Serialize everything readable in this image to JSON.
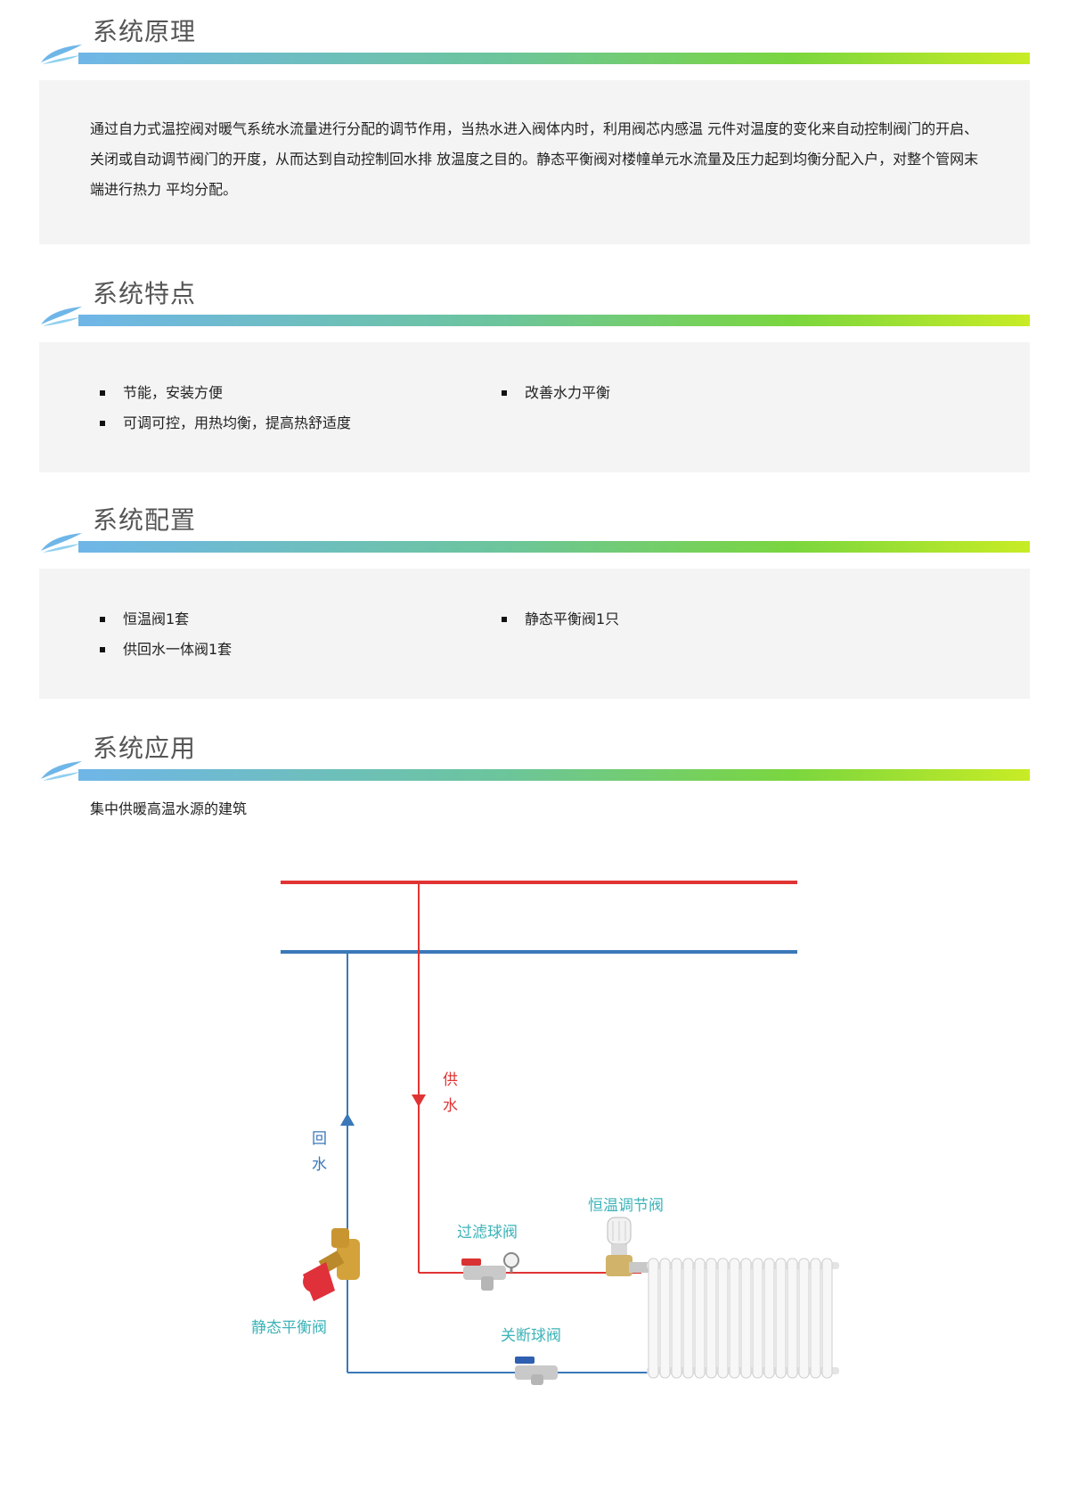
{
  "sections": {
    "principle": {
      "title": "系统原理",
      "text": "通过自力式温控阀对暖气系统水流量进行分配的调节作用，当热水进入阀体内时，利用阀芯内感温 元件对温度的变化来自动控制阀门的开启、关闭或自动调节阀门的开度，从而达到自动控制回水排 放温度之目的。静态平衡阀对楼幢单元水流量及压力起到均衡分配入户，对整个管网末端进行热力 平均分配。"
    },
    "features": {
      "title": "系统特点",
      "items": [
        "节能，安装方便",
        "可调可控，用热均衡，提高热舒适度",
        "改善水力平衡"
      ]
    },
    "config": {
      "title": "系统配置",
      "items": [
        "恒温阀1套",
        "供回水一体阀1套",
        "静态平衡阀1只"
      ]
    },
    "application": {
      "title": "系统应用",
      "text": "集中供暖高温水源的建筑"
    }
  },
  "diagram": {
    "supply_label_1": "供",
    "supply_label_2": "水",
    "return_label_1": "回",
    "return_label_2": "水",
    "filter_valve": "过滤球阀",
    "thermostatic_valve": "恒温调节阀",
    "balance_valve": "静态平衡阀",
    "shutoff_valve": "关断球阀",
    "colors": {
      "supply": "#e03434",
      "return": "#3a78b8",
      "label": "#3bb3b8"
    }
  }
}
